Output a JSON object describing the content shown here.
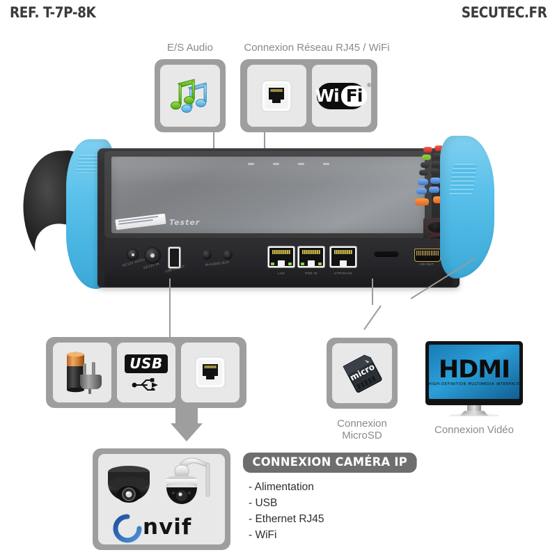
{
  "header": {
    "reference": "REF. T-7P-8K",
    "brand": "SECUTEC.FR"
  },
  "callouts": {
    "audio": {
      "label": "E/S Audio",
      "icons": [
        {
          "name": "music-notes-icon",
          "alt": "Audio"
        }
      ]
    },
    "network": {
      "label": "Connexion Réseau RJ45 / WiFi",
      "icons": [
        {
          "name": "rj45-jack-icon",
          "alt": "RJ45"
        },
        {
          "name": "wifi-logo-icon",
          "alt": "WiFi",
          "wi": "Wi",
          "fi": "Fi",
          "reg": "®"
        }
      ]
    },
    "power_usb_lan": {
      "label": "",
      "icons": [
        {
          "name": "battery-plug-icon",
          "alt": "Alimentation"
        },
        {
          "name": "usb-logo-icon",
          "alt": "USB",
          "text": "USB"
        },
        {
          "name": "rj45-jack-icon",
          "alt": "RJ45"
        }
      ]
    },
    "microsd": {
      "label_line1": "Connexion",
      "label_line2": "MicroSD",
      "icons": [
        {
          "name": "microsd-card-icon",
          "alt": "microSD",
          "text": "micro"
        }
      ]
    },
    "video": {
      "label": "Connexion Vidéo",
      "icons": [
        {
          "name": "hdmi-monitor-icon",
          "alt": "HDMI",
          "text": "HDMI",
          "subtext": "HIGH-DEFINITION MULTIMEDIA INTERFACE"
        }
      ]
    }
  },
  "ip_camera": {
    "title": "CONNEXION CAMÉRA IP",
    "items": [
      "- Alimentation",
      "- USB",
      "- Ethernet RJ45",
      "- WiFi"
    ],
    "panel_icon": {
      "name": "onvif-cameras-icon",
      "logo_text": "nvif"
    }
  },
  "device": {
    "brand_badge": "Tester",
    "port_labels": [
      "DC12V 2A/OUT",
      "DC12V IN",
      "USB IN/OUT",
      "IN AUDIO OUT",
      "LAN",
      "POE IN",
      "UTP/SCAN",
      "HD OUT"
    ],
    "ports": {
      "lan": "LAN",
      "poe": "POE IN",
      "utp": "UTP/SCAN",
      "hdmi": "HD OUT",
      "audio": "IN AUDIO OUT",
      "dc_out": "DC12V 2A/OUT",
      "dc_in": "DC12V IN",
      "usb": "USB IN/OUT"
    }
  },
  "colors": {
    "panel_border": "#9e9e9e",
    "tile_bg": "#e8e8e8",
    "caption_text": "#8a8a8a",
    "body_text": "#2d2d2d",
    "header_text": "#3b3b3b",
    "bumper_blue": "#59c0ea",
    "title_bar": "#6e6e6e"
  }
}
